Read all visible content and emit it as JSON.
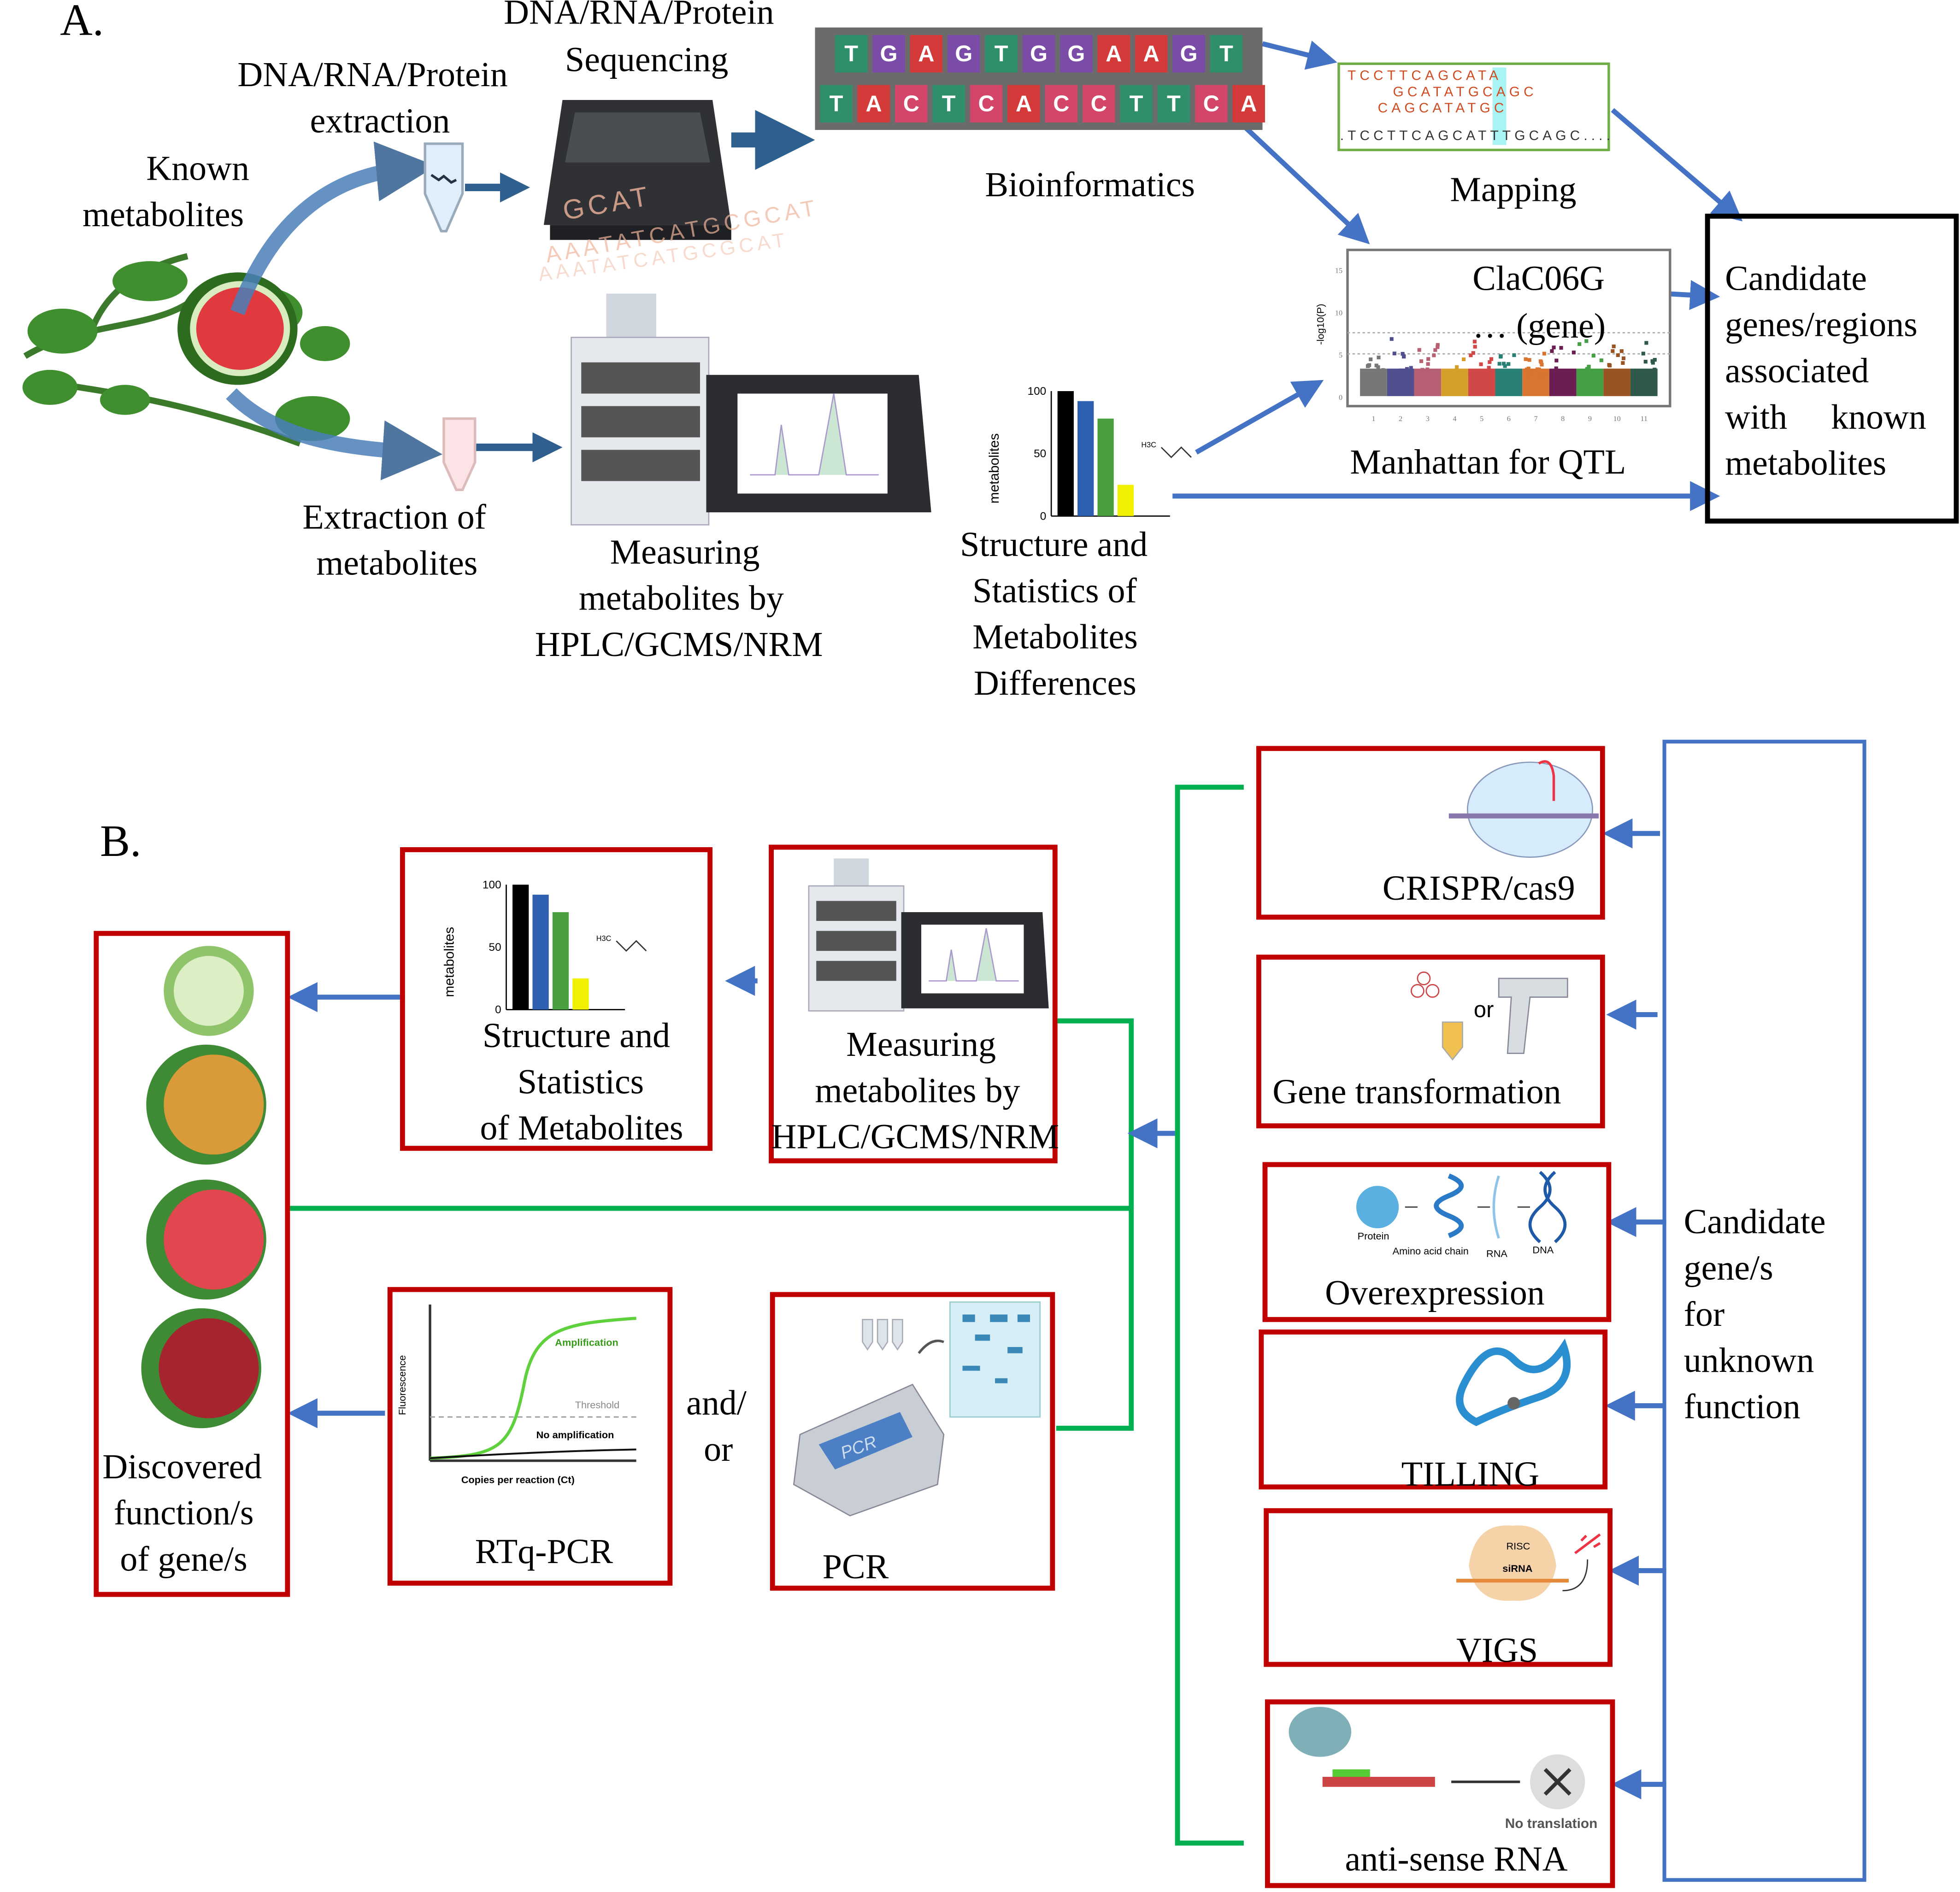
{
  "colors": {
    "arrow": "#4472c4",
    "box_border": "#c00000",
    "green_line": "#00b050",
    "mapping_border": "#70ad47",
    "candidate_border": "#000000"
  },
  "panel_a": {
    "label": "A.",
    "sequencing": [
      "DNA/RNA/Protein",
      "Sequencing"
    ],
    "extraction": [
      "DNA/RNA/Protein",
      "extraction"
    ],
    "known": [
      "Known",
      "metabolites"
    ],
    "bioinformatics": "Bioinformatics",
    "mapping": "Mapping",
    "dna_top": [
      "T",
      "G",
      "A",
      "G",
      "T",
      "G",
      "G",
      "A",
      "A",
      "G",
      "T"
    ],
    "dna_bottom": [
      "T",
      "A",
      "C",
      "T",
      "C",
      "A",
      "C",
      "C",
      "T",
      "T",
      "C",
      "A"
    ],
    "seq_overlay": [
      "GCAT",
      "AAATATCATGCGCAT",
      "ATGCG",
      "AAATATCATGCGCAT"
    ],
    "mapping_reads": [
      "TCCTTCAGCATA",
      "      GCATATGCAGC",
      "    CAGCATATGC",
      ".TCCTTCAGCATTTGCAGC...."
    ],
    "manhattan": {
      "gene_line1": "ClaC06G",
      "gene_line2": "… (gene)",
      "caption": "Manhattan for QTL",
      "ylabel": "-log10(P)",
      "yticks": [
        "0",
        "5",
        "10",
        "15"
      ],
      "xticks": [
        "1",
        "2",
        "3",
        "4",
        "5",
        "6",
        "7",
        "8",
        "9",
        "10",
        "11"
      ],
      "colors": [
        "#777777",
        "#4f4f8f",
        "#b86073",
        "#d4a02a",
        "#d04848",
        "#288074",
        "#d97530",
        "#6b1e52",
        "#45a045",
        "#9a5424",
        "#2f5a4a"
      ]
    },
    "candidate": [
      "Candidate",
      "genes/regions",
      "associated",
      "with     known",
      "metabolites"
    ],
    "bar_chart": {
      "ylabel": "metabolites",
      "yticks": [
        "100",
        "50",
        "0"
      ],
      "values": [
        100,
        92,
        78,
        25
      ],
      "colors": [
        "#000000",
        "#2e5fb0",
        "#4aa040",
        "#f0f000"
      ],
      "molecule_label": "H3C"
    },
    "structure": [
      "Structure and",
      "Statistics of",
      "Metabolites",
      "Differences"
    ],
    "extraction_metabolites": [
      "Extraction of",
      "metabolites"
    ],
    "measuring": [
      "Measuring",
      "metabolites by",
      "HPLC/GCMS/NRM"
    ]
  },
  "panel_b": {
    "label": "B.",
    "discovered": [
      "Discovered",
      "function/s",
      "of gene/s"
    ],
    "structure": [
      "Structure and",
      "Statistics",
      "of Metabolites"
    ],
    "measuring": [
      "Measuring",
      "metabolites by",
      "HPLC/GCMS/NRM"
    ],
    "rtqpcr": {
      "caption": "RTq-PCR",
      "amplification": "Amplification",
      "threshold": "Threshold",
      "no_amplification": "No amplification",
      "xlabel": "Copies per reaction (Ct)",
      "ylabel": "Fluorescence"
    },
    "and_or": [
      "and/",
      "or"
    ],
    "pcr": {
      "caption": "PCR",
      "device_label": "PCR"
    },
    "methods": [
      {
        "label": "CRISPR/cas9"
      },
      {
        "label": "Gene transformation",
        "or": "or"
      },
      {
        "label": "Overexpression",
        "protein": "Protein",
        "amino": "Amino acid chain",
        "rna": "RNA",
        "dna": "DNA"
      },
      {
        "label": "TILLING"
      },
      {
        "label": "VIGS",
        "risc": "RISC",
        "sirna": "siRNA"
      },
      {
        "label": "anti-sense RNA",
        "no_translation": "No translation"
      }
    ],
    "candidate": [
      "Candidate",
      "gene/s",
      "for",
      "unknown",
      "function"
    ]
  }
}
